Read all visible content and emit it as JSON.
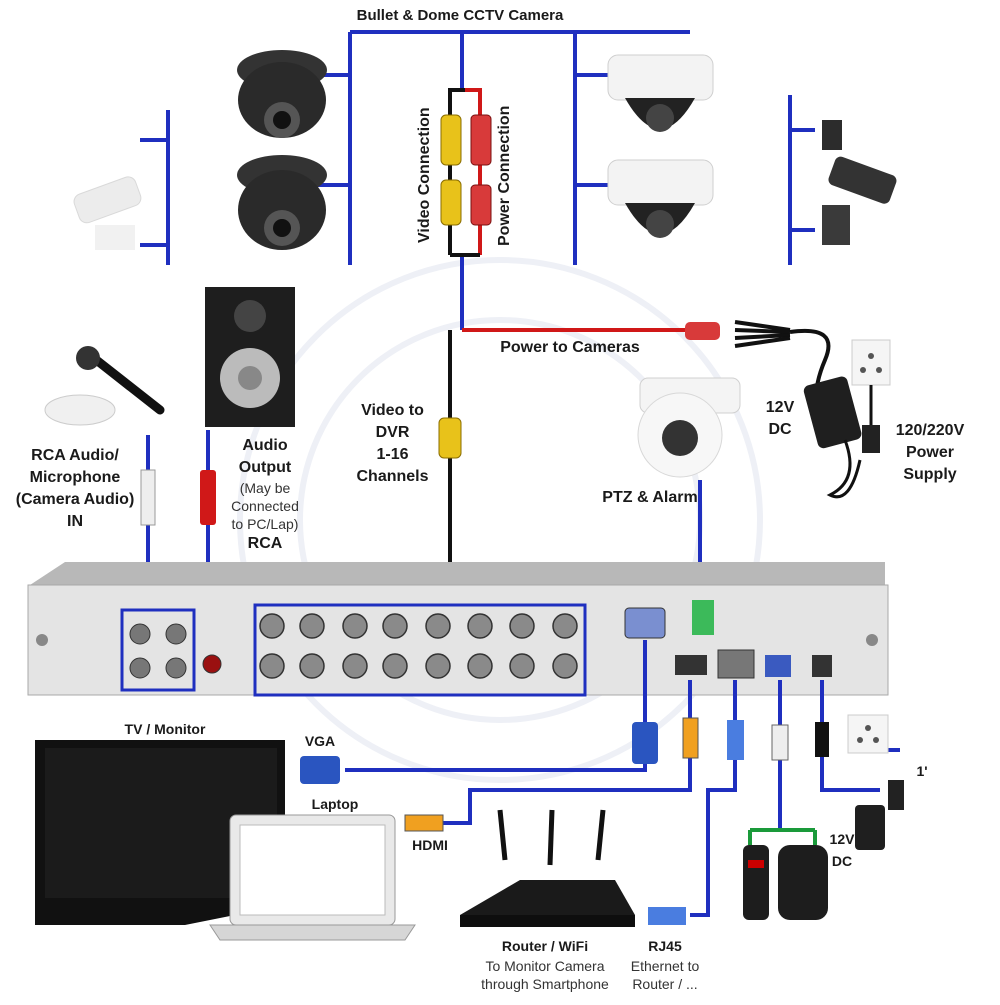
{
  "top_title": "Bullet & Dome CCTV Camera",
  "video_connection": "Video Connection",
  "power_connection": "Power Connection",
  "power_to_cameras": "Power to Cameras",
  "video_to_dvr": [
    "Video to",
    "DVR",
    "1-16",
    "Channels"
  ],
  "rca_audio": [
    "RCA Audio/",
    "Microphone",
    "(Camera Audio)",
    "IN"
  ],
  "audio_output": {
    "title": [
      "Audio",
      "Output"
    ],
    "note": [
      "(May be",
      "Connected",
      "to PC/Lap)"
    ],
    "rca": "RCA"
  },
  "dc_12v_top": [
    "12V",
    "DC"
  ],
  "power_supply": [
    "120/220V",
    "Power",
    "Supply"
  ],
  "ptz_alarm": "PTZ & Alarm",
  "tv_monitor": "TV / Monitor",
  "vga": "VGA",
  "laptop": "Laptop",
  "hdmi": "HDMI",
  "router": {
    "title": "Router / WiFi",
    "sub": [
      "To Monitor Camera",
      "through Smartphone"
    ]
  },
  "rj45": {
    "title": "RJ45",
    "sub": [
      "Ethernet to",
      "Router / ..."
    ]
  },
  "dc_12v_bottom": [
    "12V",
    "DC"
  ],
  "partial_label": "1'",
  "colors": {
    "wire_blue": "#1f2fbf",
    "wire_red": "#d01818",
    "wire_black": "#111111",
    "wire_green": "#1a9a3a",
    "bnc_yellow": "#e8c21a",
    "vga_blue": "#2a55c0",
    "hdmi_orange": "#f0a020"
  }
}
